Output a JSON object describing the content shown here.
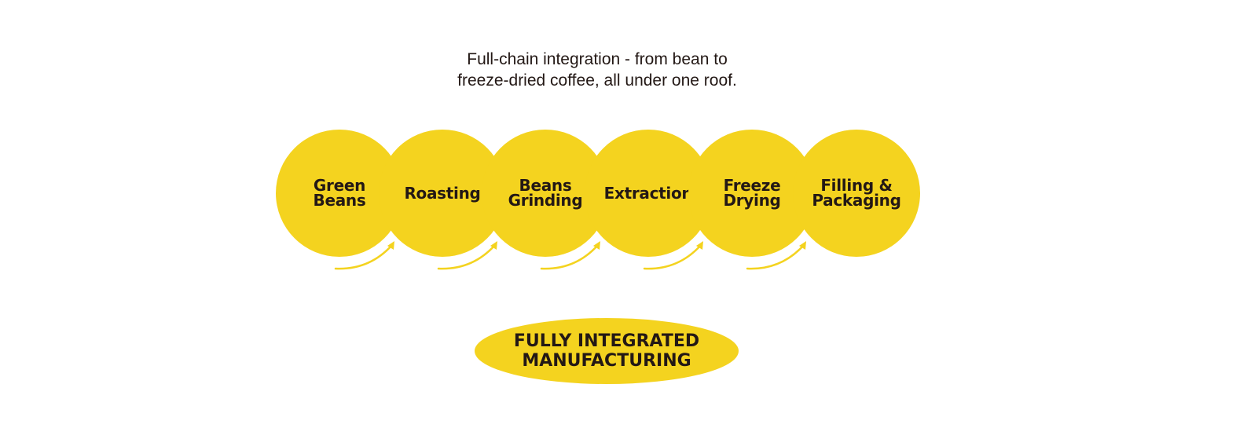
{
  "tagline": {
    "line1": "Full-chain integration - from bean to",
    "line2": "freeze-dried coffee, all under one roof."
  },
  "steps": [
    {
      "line1": "Green",
      "line2": "Beans"
    },
    {
      "line1": "Roasting",
      "line2": ""
    },
    {
      "line1": "Beans",
      "line2": "Grinding"
    },
    {
      "line1": "Extraction",
      "line2": ""
    },
    {
      "line1": "Freeze",
      "line2": "Drying"
    },
    {
      "line1": "Filling &",
      "line2": "Packaging"
    }
  ],
  "badge": {
    "line1": "FULLY INTEGRATED",
    "line2": "MANUFACTURING"
  },
  "colors": {
    "accent": "#F4D31F",
    "text": "#231815"
  }
}
